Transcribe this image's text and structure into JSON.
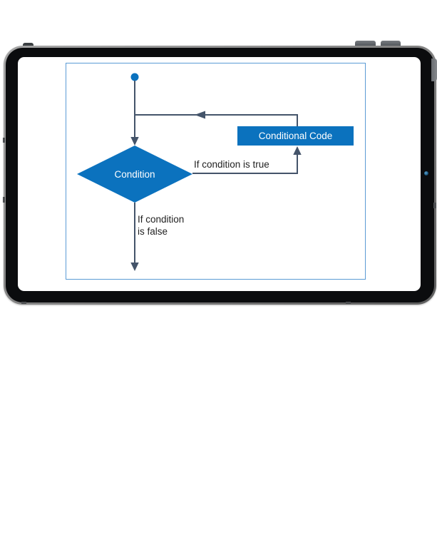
{
  "colors": {
    "accent_blue": "#0B72BE",
    "connector": "#44546A",
    "canvas_border": "#5B9BD5",
    "label_text": "#1F1F1F",
    "node_text": "#FFFFFF"
  },
  "flowchart": {
    "nodes": {
      "condition_label": "Condition",
      "conditional_code_label": "Conditional Code"
    },
    "labels": {
      "true_branch": "If condition is true",
      "false_branch_line1": "If condition",
      "false_branch_line2": "is false"
    }
  }
}
